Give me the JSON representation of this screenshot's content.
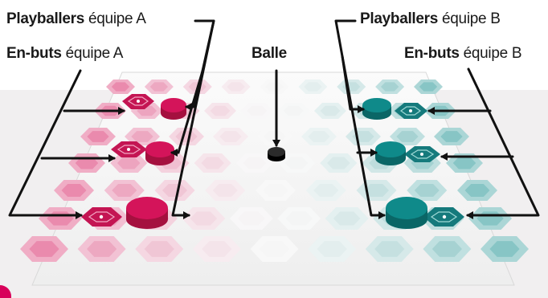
{
  "labels": {
    "playballers_a": {
      "bold": "Playballers",
      "rest": " équipe A"
    },
    "enbuts_a": {
      "bold": "En-buts",
      "rest": " équipe A"
    },
    "balle": "Balle",
    "playballers_b": {
      "bold": "Playballers",
      "rest": " équipe B"
    },
    "enbuts_b": {
      "bold": "En-buts",
      "rest": " équipe B"
    }
  },
  "colors": {
    "team_a": "#d4145a",
    "team_a_goal": "#c41553",
    "team_b": "#0f8a8a",
    "team_b_goal": "#157a7c",
    "ball": "#1f1f1f",
    "board": "#f7f7f7",
    "background_band": "#f1eff0",
    "arrow": "#111111"
  },
  "icons": {
    "team_a_piece": "playballer-token-pink",
    "team_b_piece": "playballer-token-teal",
    "goal_tile": "goal-hex-tile",
    "ball": "ball-token"
  }
}
